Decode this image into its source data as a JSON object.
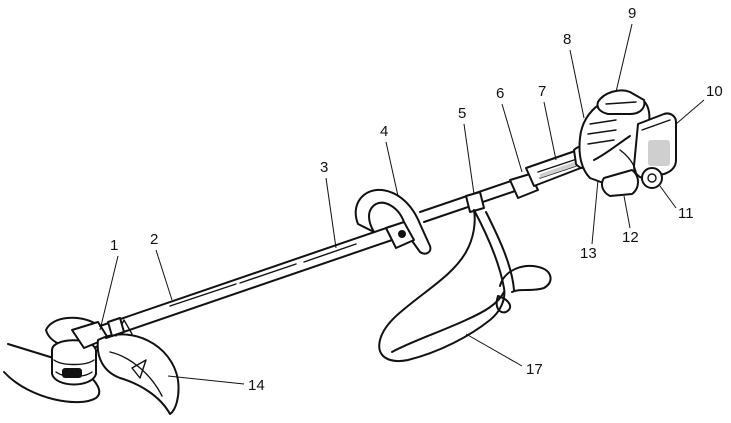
{
  "callouts": [
    {
      "id": "1",
      "label": "1"
    },
    {
      "id": "2",
      "label": "2"
    },
    {
      "id": "3",
      "label": "3"
    },
    {
      "id": "4",
      "label": "4"
    },
    {
      "id": "5",
      "label": "5"
    },
    {
      "id": "6",
      "label": "6"
    },
    {
      "id": "7",
      "label": "7"
    },
    {
      "id": "8",
      "label": "8"
    },
    {
      "id": "9",
      "label": "9"
    },
    {
      "id": "10",
      "label": "10"
    },
    {
      "id": "11",
      "label": "11"
    },
    {
      "id": "12",
      "label": "12"
    },
    {
      "id": "13",
      "label": "13"
    },
    {
      "id": "14",
      "label": "14"
    },
    {
      "id": "17",
      "label": "17"
    }
  ]
}
